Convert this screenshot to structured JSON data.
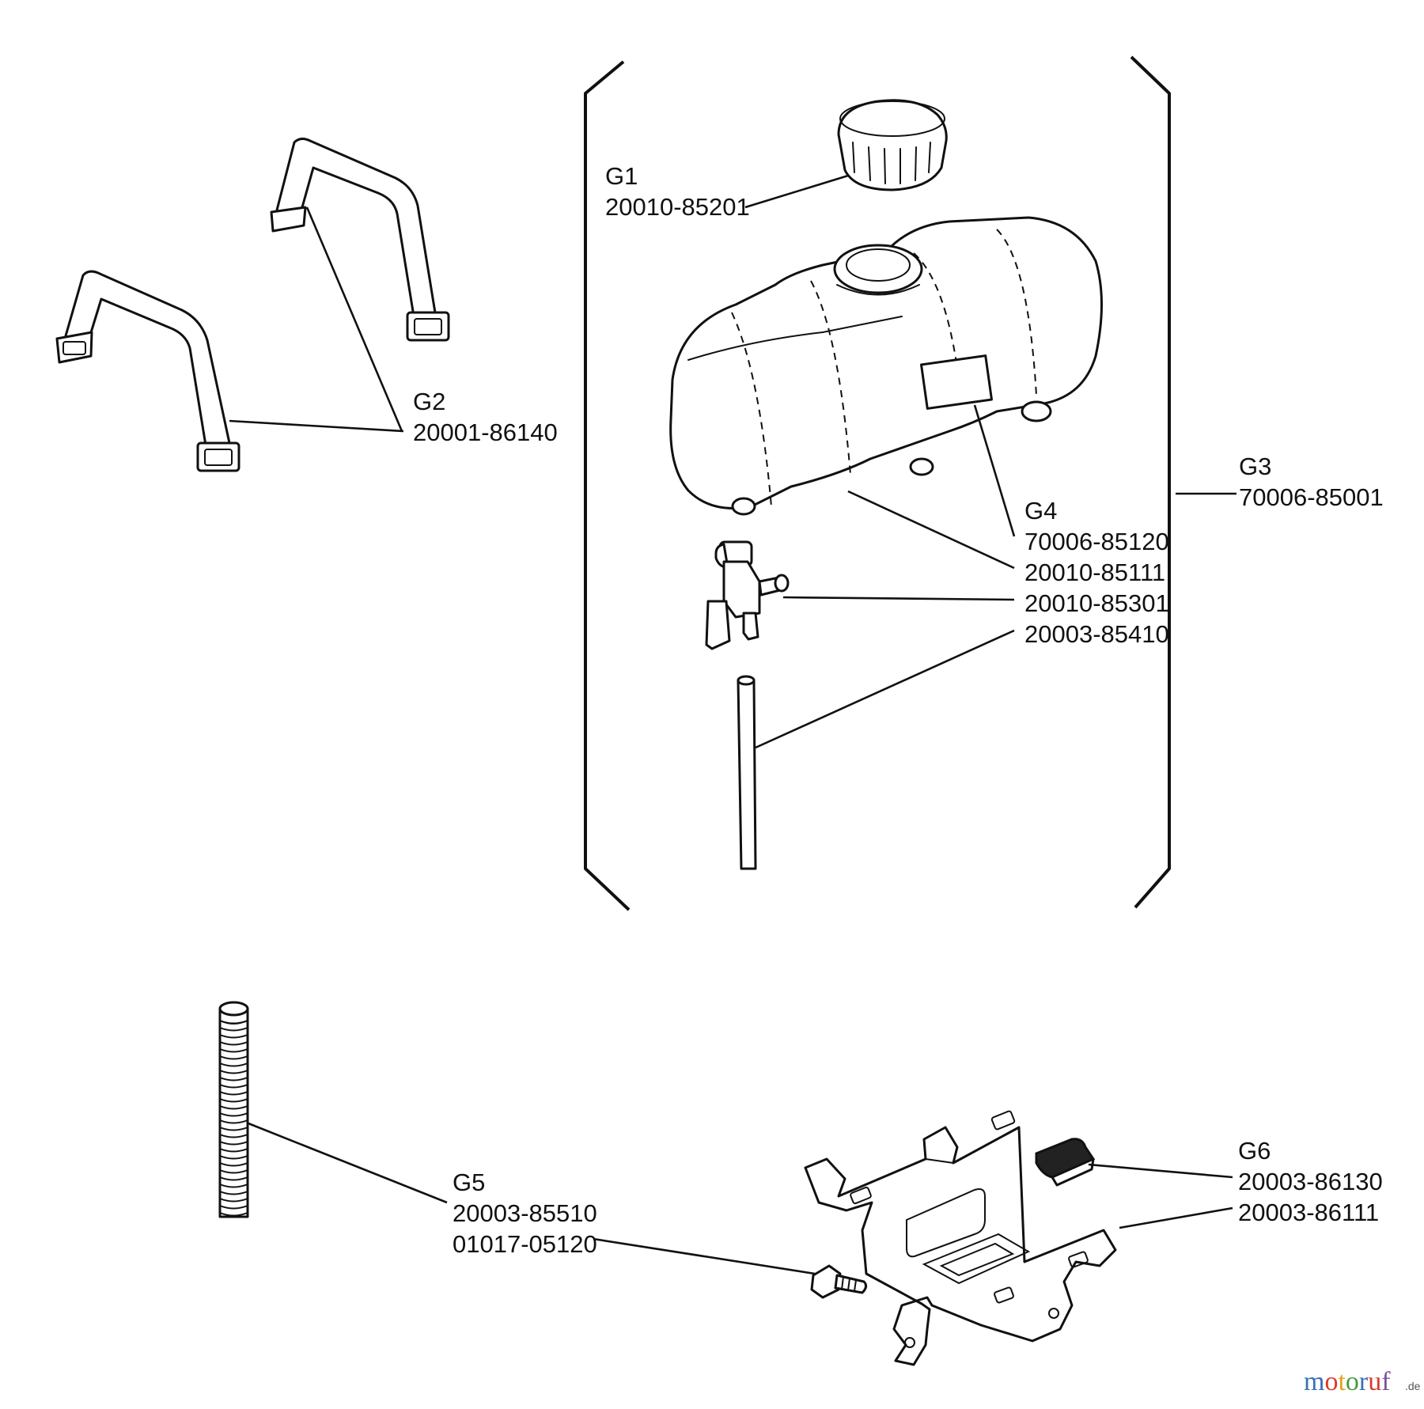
{
  "callouts": {
    "g1": {
      "ref": "G1",
      "parts": [
        "20010-85201"
      ]
    },
    "g2": {
      "ref": "G2",
      "parts": [
        "20001-86140"
      ]
    },
    "g3": {
      "ref": "G3",
      "parts": [
        "70006-85001"
      ]
    },
    "g4": {
      "ref": "G4",
      "parts": [
        "70006-85120",
        "20010-85111",
        "20010-85301",
        "20003-85410"
      ]
    },
    "g5": {
      "ref": "G5",
      "parts": [
        "20003-85510",
        "01017-05120"
      ]
    },
    "g6": {
      "ref": "G6",
      "parts": [
        "20003-86130",
        "20003-86111"
      ]
    }
  },
  "icons": [
    "fuel-cap-icon",
    "carry-handle-icon",
    "fuel-tank-icon",
    "tank-label-icon",
    "fuel-cock-icon",
    "fuel-hose-icon",
    "hose-protector-icon",
    "bolt-icon",
    "tank-bracket-icon",
    "rubber-pad-icon"
  ],
  "watermark": {
    "main": "motoruf",
    "suffix": ".de"
  }
}
